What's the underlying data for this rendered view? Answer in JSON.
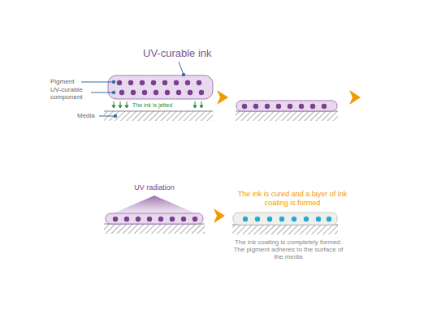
{
  "diagram": {
    "labels": [
      "UV-curable ink",
      "Pigment",
      "UV-curable component",
      "The ink is jetted",
      "Media",
      "UV radiation",
      "The ink is cured and a layer of ink coating is formed",
      "The ink coating is completely formed. The pigment adheres to the surface of the media"
    ]
  }
}
